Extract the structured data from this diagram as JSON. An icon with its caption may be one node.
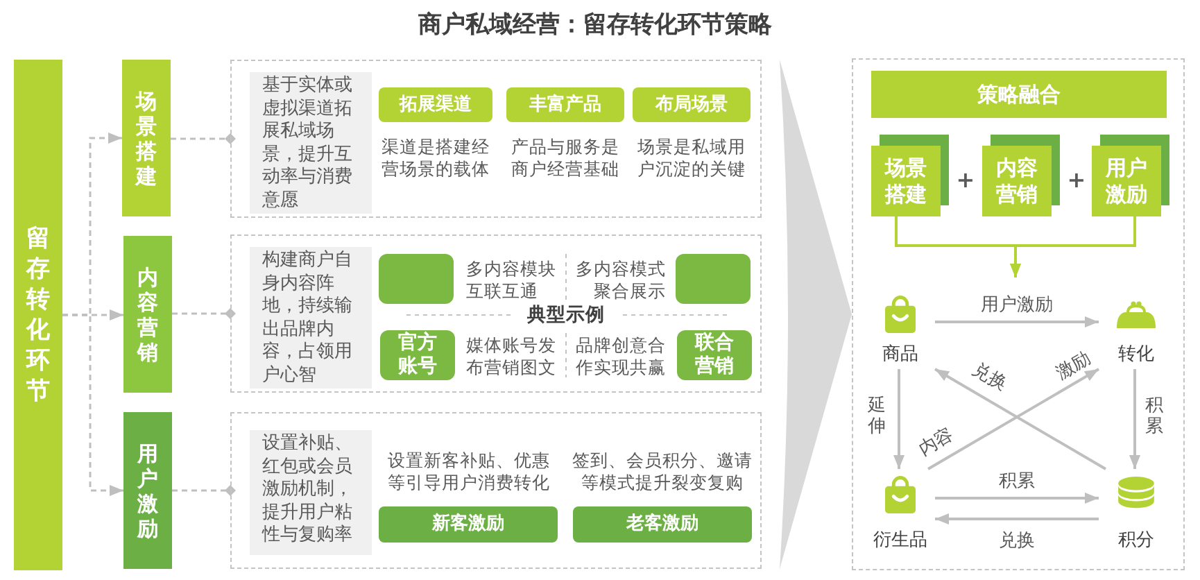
{
  "diagram": {
    "title": "商户私域经营：留存转化环节策略",
    "nodes": [
      {
        "text": [
          "留存转化环节"
        ]
      },
      {
        "text": [
          "场景搭建"
        ]
      },
      {
        "text": [
          "内容营销"
        ]
      },
      {
        "text": [
          "用户激励"
        ]
      },
      {
        "text": [],
        "shape": "box"
      },
      {
        "text": [
          "基于实体或虚拟渠道拓展私域场景，提升互动率与消费意愿"
        ],
        "in": 4
      },
      {
        "text": [
          "拓展渠道"
        ],
        "in": 4,
        "beside": [
          "渠道是搭建经营场景的载体"
        ]
      },
      {
        "text": [
          "丰富产品"
        ],
        "in": 4,
        "beside": [
          "产品与服务是商户经营基础"
        ]
      },
      {
        "text": [
          "布局场景"
        ],
        "in": 4,
        "beside": [
          "场景是私域用户沉淀的关键"
        ]
      },
      {
        "text": [],
        "shape": "box"
      },
      {
        "text": [
          "构建商户自身内容阵地，持续输出品牌内容，占领用户心智"
        ],
        "in": 9
      },
      {
        "text": [],
        "shape": "box",
        "in": 9,
        "beside": [
          "多内容模块互联互通"
        ]
      },
      {
        "text": [],
        "shape": "box",
        "in": 9,
        "beside": [
          "多内容模式聚合展示"
        ]
      },
      {
        "text": [
          "官方账号"
        ],
        "in": 9,
        "beside": [
          "媒体账号发布营销图文"
        ]
      },
      {
        "text": [
          "联合营销"
        ],
        "in": 9,
        "beside": [
          "品牌创意合作实现共赢"
        ]
      },
      {
        "text": [],
        "shape": "box"
      },
      {
        "text": [
          "设置补贴、红包或会员激励机制，提升用户粘性与复购率"
        ],
        "in": 15
      },
      {
        "text": [
          "新客激励"
        ],
        "in": 15,
        "beside": [
          "设置新客补贴、优惠等引导用户消费转化"
        ]
      },
      {
        "text": [
          "老客激励"
        ],
        "in": 15,
        "beside": [
          "签到、会员积分、邀请等模式提升裂变复购"
        ]
      },
      {
        "text": [],
        "shape": "box"
      },
      {
        "text": [
          "策略融合"
        ],
        "in": 19
      },
      {
        "text": [
          "场景搭建"
        ],
        "in": 19
      },
      {
        "text": [
          "内容营销"
        ],
        "in": 19
      },
      {
        "text": [
          "用户激励"
        ],
        "in": 19
      },
      {
        "text": [
          "商品"
        ],
        "in": 19
      },
      {
        "text": [
          "转化"
        ],
        "in": 19
      },
      {
        "text": [
          "衍生品"
        ],
        "in": 19
      },
      {
        "text": [
          "积分"
        ],
        "in": 19
      }
    ],
    "edges": [
      {
        "from": 0,
        "to": 1,
        "arrow": "to",
        "style": "dashed"
      },
      {
        "from": 0,
        "to": 2,
        "arrow": "to",
        "style": "dashed"
      },
      {
        "from": 0,
        "to": 3,
        "arrow": "to",
        "style": "dashed"
      },
      {
        "from": 1,
        "to": 4,
        "arrow": "other",
        "style": "dashed"
      },
      {
        "from": 2,
        "to": 9,
        "arrow": "other",
        "style": "dashed"
      },
      {
        "from": 3,
        "to": 15,
        "arrow": "other",
        "style": "dashed"
      },
      {
        "from": null,
        "to": 19,
        "arrow": "to",
        "style": "thick",
        "color": "#d9d9d9"
      },
      {
        "from": 24,
        "to": 25,
        "arrow": "to",
        "label": "用户激励"
      },
      {
        "from": 24,
        "to": 26,
        "arrow": "to",
        "label": "延伸"
      },
      {
        "from": 25,
        "to": 27,
        "arrow": "to",
        "label": "积累"
      },
      {
        "from": 27,
        "to": 24,
        "arrow": "to",
        "label": "兑换"
      },
      {
        "from": 26,
        "to": 25,
        "arrow": "to",
        "label": "激励"
      },
      {
        "from": 26,
        "to": 27,
        "arrow": "to",
        "label": "积累"
      },
      {
        "from": 27,
        "to": 26,
        "arrow": "to",
        "label": "兑换"
      },
      {
        "from": 21,
        "to": null,
        "arrow": "to",
        "color": "#b3d234"
      },
      {
        "from": 23,
        "to": null,
        "arrow": "to",
        "color": "#b3d234"
      }
    ],
    "labels": [
      "典型示例",
      "+",
      "+",
      "内容"
    ]
  }
}
